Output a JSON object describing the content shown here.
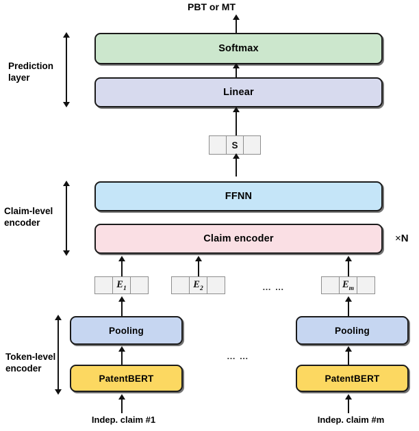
{
  "figure": {
    "type": "architecture-diagram",
    "output_label": "PBT or MT",
    "repeat_marker": {
      "times": "×",
      "n": "N"
    },
    "ellipsis_glyph": "… …"
  },
  "stage_labels": [
    {
      "id": "prediction-layer",
      "text": "Prediction\nlayer"
    },
    {
      "id": "claim-level-encoder",
      "text": "Claim-level\nencoder"
    },
    {
      "id": "token-level-encoder",
      "text": "Token-level\nencoder"
    }
  ],
  "blocks": {
    "softmax": {
      "label": "Softmax",
      "color": "#cce7cd"
    },
    "linear": {
      "label": "Linear",
      "color": "#d7daee"
    },
    "ffnn": {
      "label": "FFNN",
      "color": "#c5e5f8"
    },
    "claim_encoder": {
      "label": "Claim encoder",
      "color": "#fadfe4"
    },
    "pooling_1": {
      "label": "Pooling",
      "color": "#c6d6f1"
    },
    "pooling_m": {
      "label": "Pooling",
      "color": "#c6d6f1"
    },
    "patentbert_1": {
      "label": "PatentBERT",
      "color": "#fcd861"
    },
    "patentbert_m": {
      "label": "PatentBERT",
      "color": "#fcd861"
    }
  },
  "tokens": {
    "sentence_vector": {
      "cells": [
        "",
        "S",
        ""
      ],
      "highlight_index": 1
    },
    "embedding_1": {
      "cells": [
        "",
        "E",
        ""
      ],
      "sub": "1",
      "highlight_index": 1
    },
    "embedding_2": {
      "cells": [
        "",
        "E",
        ""
      ],
      "sub": "2",
      "highlight_index": 1
    },
    "embedding_m": {
      "cells": [
        "",
        "E",
        ""
      ],
      "sub": "m",
      "highlight_index": 1
    }
  },
  "inputs": [
    {
      "id": "claim-1",
      "text": "Indep. claim #1"
    },
    {
      "id": "claim-m",
      "text": "Indep. claim #m"
    }
  ],
  "colors": {
    "stroke": "#1a1a1a",
    "cell_stroke": "#8c8c8c",
    "cell_fill": "#f2f2f2",
    "background": "#ffffff",
    "arrow": "#111111"
  }
}
